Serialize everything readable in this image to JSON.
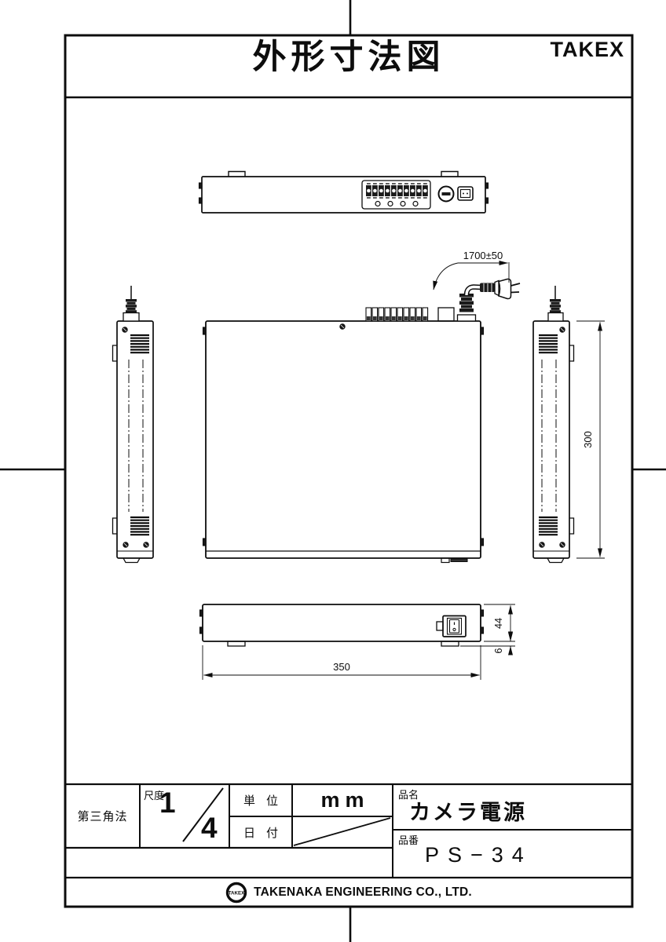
{
  "header": {
    "title": "外形寸法図",
    "brand": "TAKEX"
  },
  "drawing": {
    "description": "orthographic-views-of-camera-power-supply",
    "dimensions": {
      "cord_length": "1700±50",
      "height": "300",
      "width": "350",
      "depth": "44",
      "foot_height": "6"
    }
  },
  "title_block": {
    "projection_method": "第三角法",
    "scale_label": "尺度",
    "scale_numerator": "1",
    "scale_denominator": "4",
    "unit_label": "単位",
    "unit_value": "mm",
    "date_label": "日付",
    "product_name_label": "品名",
    "product_name": "カメラ電源",
    "product_number_label": "品番",
    "product_number": "PS−34"
  },
  "footer": {
    "logo_text": "TAKEX",
    "company_name": "TAKENAKA ENGINEERING CO., LTD."
  }
}
